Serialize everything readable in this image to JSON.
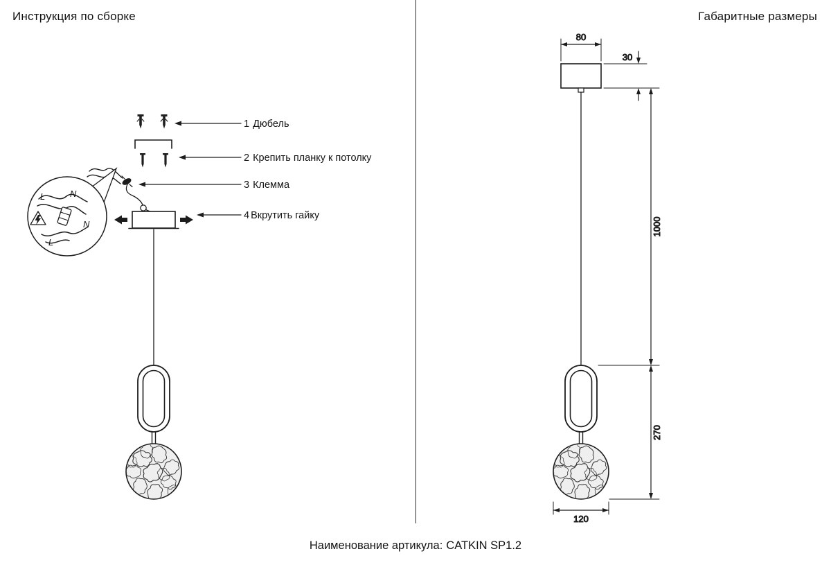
{
  "page": {
    "left_title": "Инструкция по сборке",
    "right_title": "Габаритные размеры",
    "footer_label": "Наименование артикула:",
    "footer_value": "CATKIN SP1.2"
  },
  "assembly": {
    "steps": [
      {
        "num": "1",
        "label": "Дюбель"
      },
      {
        "num": "2",
        "label": "Крепить планку к потолку"
      },
      {
        "num": "3",
        "label": "Клемма"
      },
      {
        "num": "4",
        "label": "Вкрутить гайку"
      }
    ],
    "wiring_labels": [
      "L",
      "N",
      "N",
      "L"
    ]
  },
  "dimensions": {
    "canopy_width": "80",
    "canopy_height": "30",
    "cable_length": "1000",
    "fixture_height": "270",
    "shade_diameter": "120"
  },
  "colors": {
    "ink": "#1c1c1c",
    "paper": "#ffffff",
    "shade_fill": "#efefef"
  }
}
